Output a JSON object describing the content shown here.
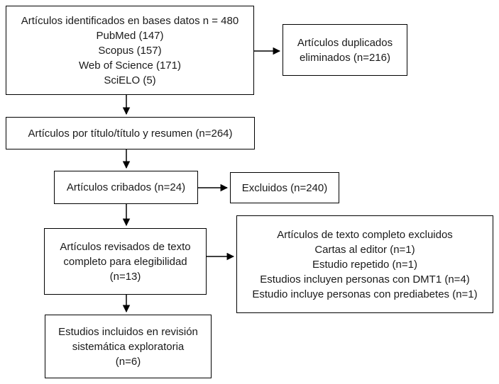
{
  "diagram": {
    "type": "prisma-flowchart",
    "colors": {
      "border": "#000000",
      "text": "#1a1a1a",
      "background": "#ffffff"
    },
    "boxes": {
      "identified": {
        "lines": [
          "Artículos identificados en bases datos n = 480",
          "PubMed (147)",
          "Scopus (157)",
          "Web of Science (171)",
          "SciELO (5)"
        ]
      },
      "duplicates_removed": {
        "lines": [
          "Artículos duplicados",
          "eliminados (n=216)"
        ]
      },
      "title_abstract": {
        "lines": [
          "Artículos por título/título y resumen (n=264)"
        ]
      },
      "screened": {
        "lines": [
          "Artículos cribados (n=24)"
        ]
      },
      "excluded": {
        "lines": [
          "Excluidos (n=240)"
        ]
      },
      "fulltext_reviewed": {
        "lines": [
          "Artículos revisados de texto",
          "completo para elegibilidad",
          "(n=13)"
        ]
      },
      "fulltext_excluded": {
        "lines": [
          "Artículos de texto completo excluidos",
          "Cartas al editor (n=1)",
          "Estudio repetido (n=1)",
          "Estudios incluyen personas con DMT1 (n=4)",
          "Estudio incluye personas con prediabetes (n=1)"
        ]
      },
      "included": {
        "lines": [
          "Estudios incluidos en revisión",
          "sistemática exploratoria",
          "(n=6)"
        ]
      }
    }
  }
}
